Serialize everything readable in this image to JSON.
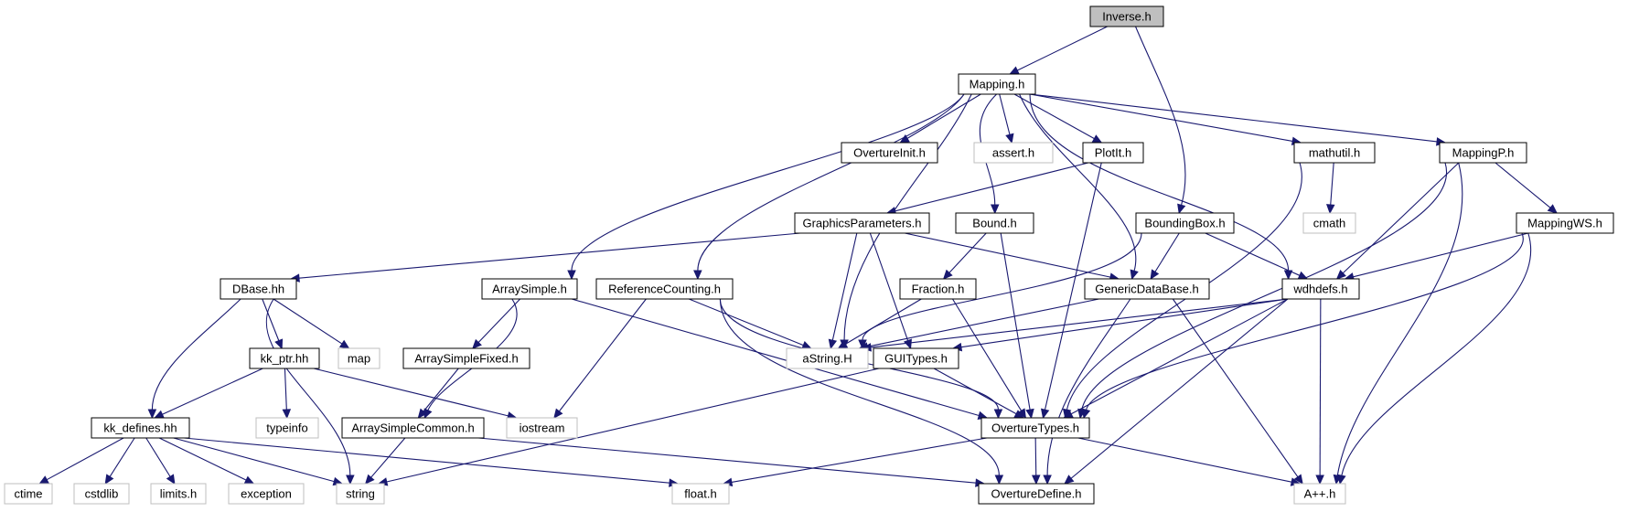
{
  "graph": {
    "nodes": {
      "inverse": {
        "label": "Inverse.h",
        "kind": "root"
      },
      "mapping": {
        "label": "Mapping.h",
        "kind": "normal"
      },
      "overtureinit": {
        "label": "OvertureInit.h",
        "kind": "normal"
      },
      "assert": {
        "label": "assert.h",
        "kind": "system"
      },
      "plotit": {
        "label": "PlotIt.h",
        "kind": "normal"
      },
      "mathutil": {
        "label": "mathutil.h",
        "kind": "normal"
      },
      "mappingp": {
        "label": "MappingP.h",
        "kind": "normal"
      },
      "cmath": {
        "label": "cmath",
        "kind": "system"
      },
      "graphicsparams": {
        "label": "GraphicsParameters.h",
        "kind": "normal"
      },
      "bound": {
        "label": "Bound.h",
        "kind": "normal"
      },
      "boundingbox": {
        "label": "BoundingBox.h",
        "kind": "normal"
      },
      "mappingws": {
        "label": "MappingWS.h",
        "kind": "normal"
      },
      "dbase": {
        "label": "DBase.hh",
        "kind": "normal"
      },
      "arraysimple": {
        "label": "ArraySimple.h",
        "kind": "normal"
      },
      "refcount": {
        "label": "ReferenceCounting.h",
        "kind": "normal"
      },
      "fraction": {
        "label": "Fraction.h",
        "kind": "normal"
      },
      "genericdb": {
        "label": "GenericDataBase.h",
        "kind": "normal"
      },
      "wdhdefs": {
        "label": "wdhdefs.h",
        "kind": "normal"
      },
      "kkptr": {
        "label": "kk_ptr.hh",
        "kind": "normal"
      },
      "map": {
        "label": "map",
        "kind": "system"
      },
      "arraysimplefixed": {
        "label": "ArraySimpleFixed.h",
        "kind": "normal"
      },
      "astring": {
        "label": "aString.H",
        "kind": "system"
      },
      "guitypes": {
        "label": "GUITypes.h",
        "kind": "normal"
      },
      "kkdefines": {
        "label": "kk_defines.hh",
        "kind": "normal"
      },
      "typeinfo": {
        "label": "typeinfo",
        "kind": "system"
      },
      "arraysimplecommon": {
        "label": "ArraySimpleCommon.h",
        "kind": "normal"
      },
      "iostream": {
        "label": "iostream",
        "kind": "system"
      },
      "overturetypes": {
        "label": "OvertureTypes.h",
        "kind": "normal"
      },
      "ctime": {
        "label": "ctime",
        "kind": "system"
      },
      "cstdlib": {
        "label": "cstdlib",
        "kind": "system"
      },
      "limits": {
        "label": "limits.h",
        "kind": "system"
      },
      "exception": {
        "label": "exception",
        "kind": "system"
      },
      "string": {
        "label": "string",
        "kind": "system"
      },
      "float": {
        "label": "float.h",
        "kind": "system"
      },
      "overturedefine": {
        "label": "OvertureDefine.h",
        "kind": "normal"
      },
      "app": {
        "label": "A++.h",
        "kind": "system"
      }
    },
    "colors": {
      "edge": "#191970",
      "root_fill": "#bfbfbf",
      "normal_border": "#000000",
      "system_border": "#bfbfbf"
    }
  }
}
